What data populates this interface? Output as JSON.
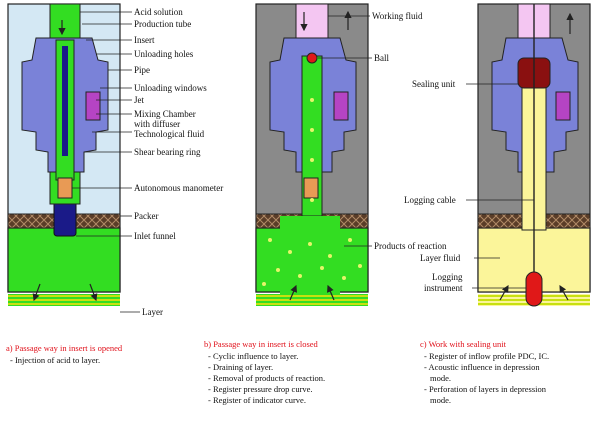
{
  "panel_a": {
    "labels": {
      "acid_solution": "Acid solution",
      "production_tube": "Production tube",
      "insert": "Insert",
      "unloading_holes": "Unloading holes",
      "pipe": "Pipe",
      "unloading_windows": "Unloading windows",
      "jet": "Jet",
      "mixing_chamber_1": "Mixing Chamber",
      "mixing_chamber_2": "with diffuser",
      "technological_fluid": "Technological fluid",
      "shear_bearing_ring": "Shear bearing ring",
      "autonomous_manometer": "Autonomous manometer",
      "packer": "Packer",
      "inlet_funnel": "Inlet funnel",
      "layer": "Layer"
    },
    "caption": {
      "title": "a)  Passage way in insert is opened",
      "items": [
        "- Injection of acid to layer."
      ]
    }
  },
  "panel_b": {
    "labels": {
      "working_fluid": "Working fluid",
      "ball": "Ball",
      "products_of_reaction": "Products of reaction"
    },
    "caption": {
      "title": "b)  Passage way in insert is closed",
      "items": [
        "- Cyclic influence to layer.",
        "- Draining of layer.",
        "- Removal of products of reaction.",
        "- Register pressure drop curve.",
        "- Register of indicator curve."
      ]
    }
  },
  "panel_c": {
    "labels": {
      "sealing_unit": "Sealing unit",
      "logging_cable": "Logging cable",
      "layer_fluid": "Layer fluid",
      "logging_instrument_1": "Logging",
      "logging_instrument_2": "instrument"
    },
    "caption": {
      "title": "c)  Work with sealing unit",
      "items": [
        "- Register of inflow profile PDC, IC.",
        "- Acoustic influence in depression",
        "  mode.",
        "- Perforation of layers in depression",
        "  mode."
      ]
    }
  },
  "colors": {
    "acid_green": "#33dd22",
    "annulus_blue": "#d4e8f4",
    "annulus_gray": "#8a8a8a",
    "working_pink": "#f4c6f2",
    "layer_yellow": "#fbf59a",
    "insert_blue": "#5a63c8",
    "jet_magenta": "#b544c4",
    "packer_brown": "#5a3d28",
    "caption_red": "#e0101a"
  }
}
